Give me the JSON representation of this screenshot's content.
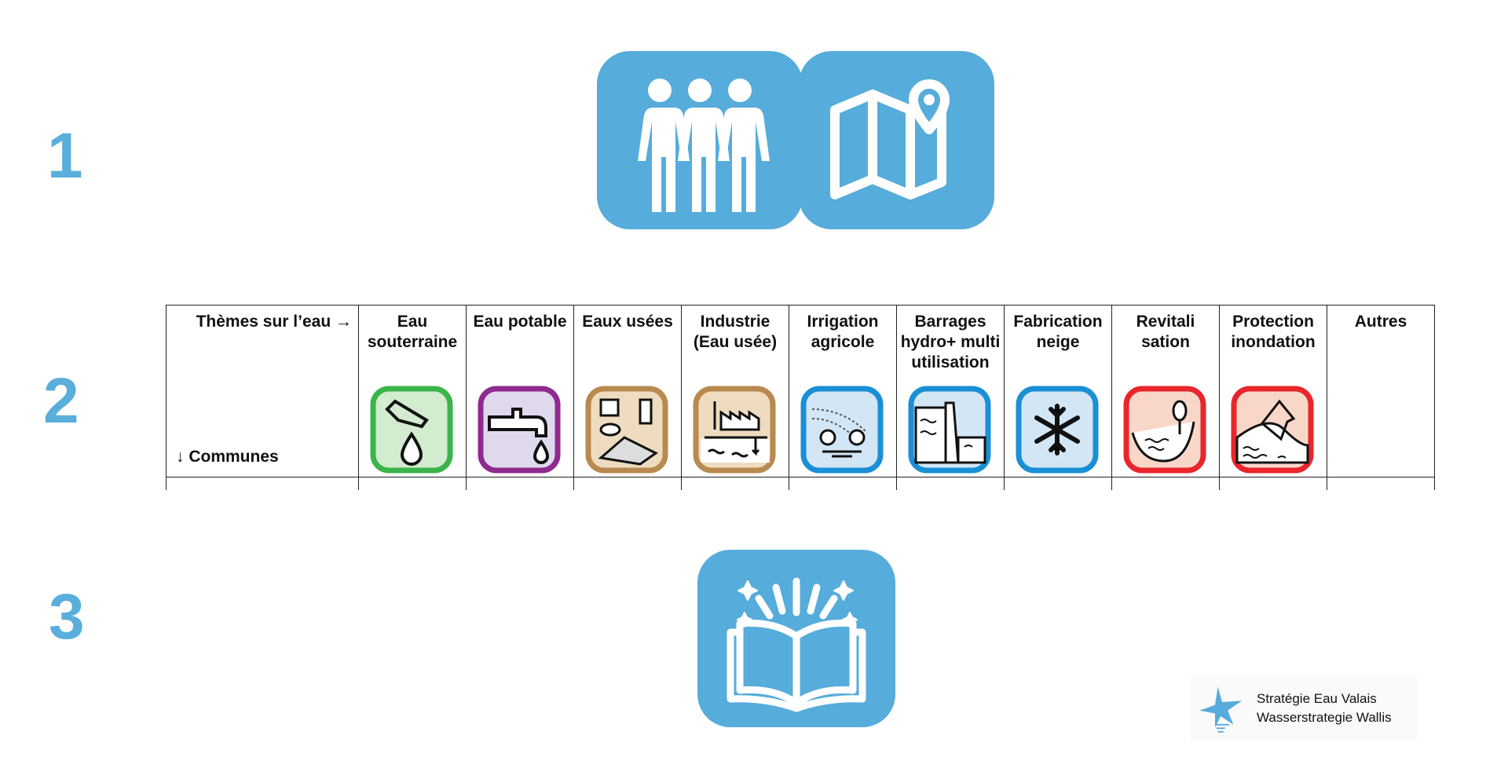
{
  "steps": [
    "1",
    "2",
    "3"
  ],
  "table": {
    "corner_top": "Thèmes sur l’eau →",
    "corner_bottom": "↓ Communes",
    "themes": [
      {
        "label": "Eau souterraine",
        "icon": "groundwater-icon",
        "border": "#3bb54a",
        "fill": "#d3ebcf"
      },
      {
        "label": "Eau potable",
        "icon": "tap-water-icon",
        "border": "#8e2b8f",
        "fill": "#e0d9ee"
      },
      {
        "label": "Eaux usées",
        "icon": "wastewater-icon",
        "border": "#b98a50",
        "fill": "#efdcc0"
      },
      {
        "label": "Industrie (Eau usée)",
        "icon": "factory-icon",
        "border": "#b98a50",
        "fill": "#efdcc0"
      },
      {
        "label": "Irrigation agricole",
        "icon": "irrigation-icon",
        "border": "#1a8fd6",
        "fill": "#d3e6f6"
      },
      {
        "label": "Barrages hydro+ multi utilisation",
        "icon": "dam-icon",
        "border": "#1a8fd6",
        "fill": "#d3e6f6"
      },
      {
        "label": "Fabrication neige",
        "icon": "snowflake-icon",
        "border": "#1a8fd6",
        "fill": "#d3e6f6"
      },
      {
        "label": "Revitali sation",
        "icon": "river-revitalization-icon",
        "border": "#e8262b",
        "fill": "#f9d7c8"
      },
      {
        "label": "Protection inondation",
        "icon": "flood-protection-icon",
        "border": "#e8262b",
        "fill": "#f9d7c8"
      },
      {
        "label": "Autres",
        "icon": "",
        "border": "",
        "fill": ""
      }
    ]
  },
  "logo": {
    "line1": "Stratégie Eau Valais",
    "line2": "Wasserstrategie Wallis"
  },
  "colors": {
    "accent": "#56acdb"
  }
}
